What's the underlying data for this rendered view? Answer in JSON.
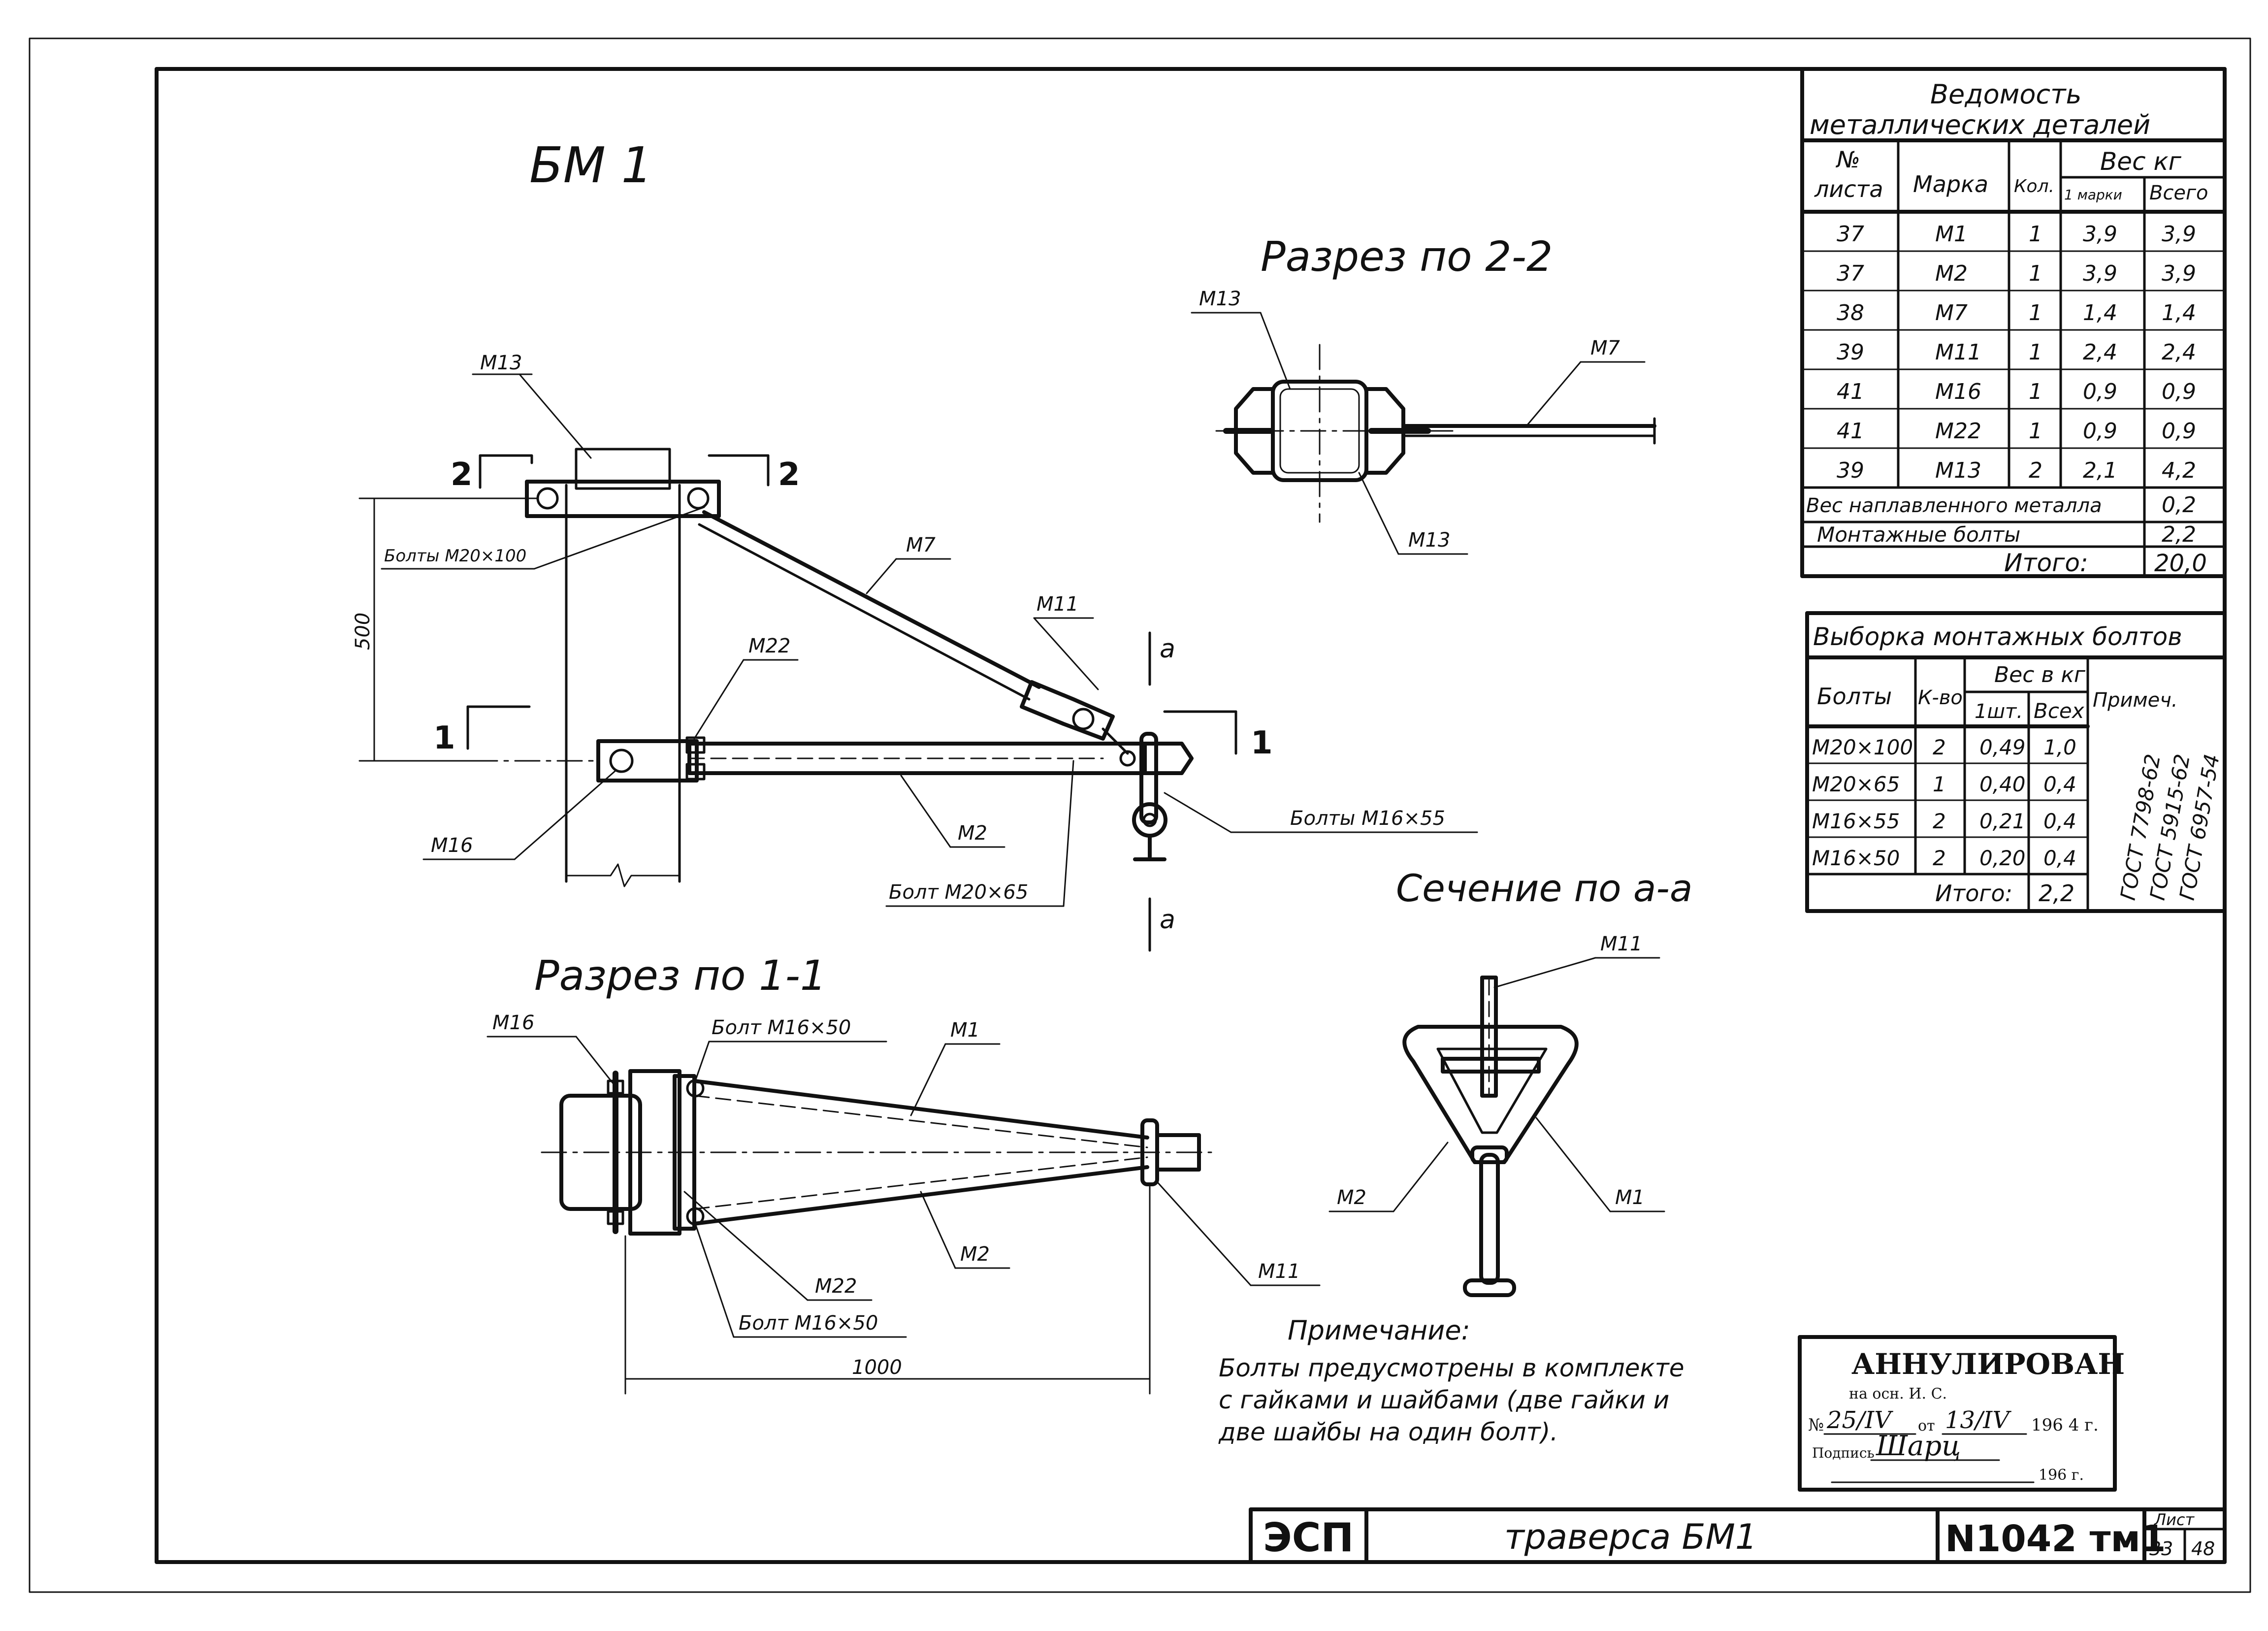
{
  "drawing_title": "БМ 1",
  "views": {
    "main": {
      "section_mark": "2",
      "section_mark_2": "1",
      "aa_mark": "a",
      "dim_vertical": "500",
      "labels": {
        "m13": "М13",
        "m7": "М7",
        "m11": "М11",
        "m22": "М22",
        "m16": "М16",
        "m2": "М2",
        "bolts_m20x100": "Болты М20×100",
        "bolts_m16x55": "Болты М16×55",
        "bolt_m20x65": "Болт М20×65"
      }
    },
    "section_2_2": {
      "title": "Разрез по 2-2",
      "labels": {
        "m13_top": "М13",
        "m7": "М7",
        "m13_bottom": "М13"
      }
    },
    "section_1_1": {
      "title": "Разрез по 1-1",
      "dim": "1000",
      "labels": {
        "m16": "М16",
        "bolt_top": "Болт М16×50",
        "m1": "М1",
        "m22": "М22",
        "bolt_bottom": "Болт М16×50",
        "m2": "М2",
        "m11": "М11"
      }
    },
    "section_a_a": {
      "title": "Сечение по а-а",
      "labels": {
        "m11": "М11",
        "m2": "М2",
        "m1": "М1"
      }
    }
  },
  "note": {
    "heading": "Примечание:",
    "line1": "Болты предусмотрены в комплекте",
    "line2": "с гайками и шайбами (две гайки и",
    "line3": "две шайбы на один болт)."
  },
  "parts_table": {
    "title_line1": "Ведомость",
    "title_line2": "металлических деталей",
    "headers": {
      "sheet_no_1": "№",
      "sheet_no_2": "листа",
      "mark": "Марка",
      "qty": "Кол.",
      "weight": "Вес кг",
      "per_mark": "1 марки",
      "total": "Всего"
    },
    "rows": [
      {
        "sheet": "37",
        "mark": "М1",
        "qty": "1",
        "per": "3,9",
        "total": "3,9"
      },
      {
        "sheet": "37",
        "mark": "М2",
        "qty": "1",
        "per": "3,9",
        "total": "3,9"
      },
      {
        "sheet": "38",
        "mark": "М7",
        "qty": "1",
        "per": "1,4",
        "total": "1,4"
      },
      {
        "sheet": "39",
        "mark": "М11",
        "qty": "1",
        "per": "2,4",
        "total": "2,4"
      },
      {
        "sheet": "41",
        "mark": "М16",
        "qty": "1",
        "per": "0,9",
        "total": "0,9"
      },
      {
        "sheet": "41",
        "mark": "М22",
        "qty": "1",
        "per": "0,9",
        "total": "0,9"
      },
      {
        "sheet": "39",
        "mark": "М13",
        "qty": "2",
        "per": "2,1",
        "total": "4,2"
      }
    ],
    "weld_label": "Вес наплавленного металла",
    "weld_value": "0,2",
    "bolts_label": "Монтажные болты",
    "bolts_value": "2,2",
    "total_label": "Итого:",
    "total_value": "20,0"
  },
  "bolts_table": {
    "title": "Выборка монтажных болтов",
    "headers": {
      "bolts": "Болты",
      "qty": "К-во",
      "weight": "Вес в кг",
      "one": "1шт.",
      "all": "Всех",
      "note": "Примеч."
    },
    "rows": [
      {
        "bolt": "М20×100",
        "qty": "2",
        "one": "0,49",
        "all": "1,0"
      },
      {
        "bolt": "М20×65",
        "qty": "1",
        "one": "0,40",
        "all": "0,4"
      },
      {
        "bolt": "М16×55",
        "qty": "2",
        "one": "0,21",
        "all": "0,4"
      },
      {
        "bolt": "М16×50",
        "qty": "2",
        "one": "0,20",
        "all": "0,4"
      }
    ],
    "gost": [
      "ГОСТ 7798-62",
      "ГОСТ 5915-62",
      "ГОСТ 6957-54"
    ],
    "total_label": "Итого:",
    "total_value": "2,2"
  },
  "stamp": {
    "title": "АННУЛИРОВАН",
    "line1": "на осн. И. С.",
    "no_label": "№",
    "no_value": "25/IV",
    "from_label": "от",
    "date_value": "13/IV",
    "year": "196 4 г.",
    "sign_label": "Подпись",
    "sign_value": "Шарц",
    "blank_date": "196 г."
  },
  "title_block": {
    "org": "ЭСП",
    "name": "траверса БМ1",
    "code": "N1042 тм1",
    "sheet_label": "Лист",
    "sheet_no": "33",
    "sheet_total": "48"
  }
}
